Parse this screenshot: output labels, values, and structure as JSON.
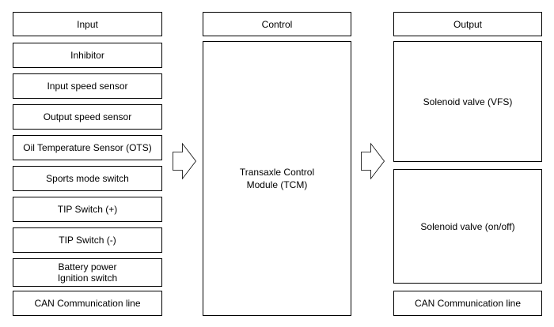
{
  "headers": {
    "input": "Input",
    "control": "Control",
    "output": "Output"
  },
  "inputs": [
    "Inhibitor",
    "Input speed sensor",
    "Output speed sensor",
    "Oil Temperature Sensor (OTS)",
    "Sports mode switch",
    "TIP Switch (+)",
    "TIP Switch (-)"
  ],
  "input_power": {
    "line1": "Battery power",
    "line2": "Ignition switch"
  },
  "input_can": "CAN Communication line",
  "control": {
    "line1": "Transaxle Control",
    "line2": "Module (TCM)"
  },
  "outputs": {
    "vfs": "Solenoid valve (VFS)",
    "onoff": "Solenoid valve (on/off)",
    "can": "CAN Communication line"
  }
}
